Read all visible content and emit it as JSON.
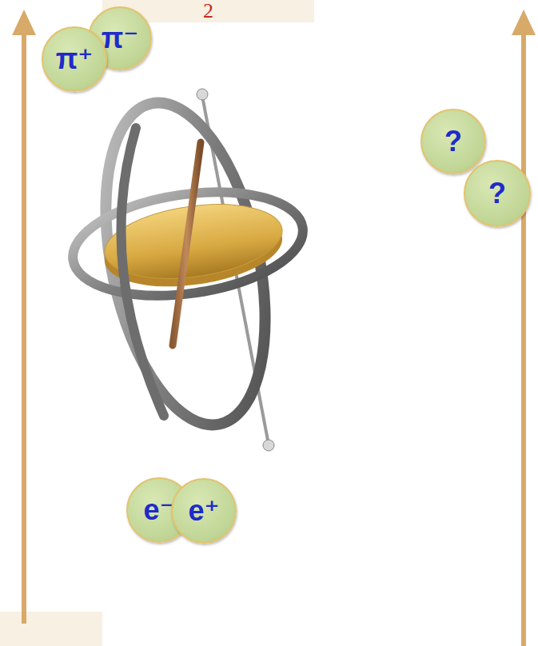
{
  "diagram": {
    "nodes": [
      {
        "text": [
          "2"
        ]
      },
      {
        "text": [
          "π⁺"
        ]
      },
      {
        "text": [
          "π⁻"
        ]
      },
      {
        "text": [
          "?"
        ]
      },
      {
        "text": [
          "?"
        ]
      },
      {
        "text": [
          "e⁻"
        ]
      },
      {
        "text": [
          "e⁺"
        ]
      }
    ]
  }
}
